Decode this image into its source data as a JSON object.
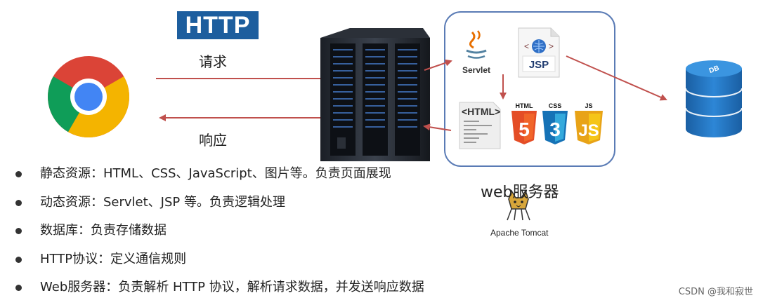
{
  "header": {
    "protocol_badge": "HTTP",
    "request_label": "请求",
    "response_label": "响应"
  },
  "server_box": {
    "title": "web服务器",
    "items": {
      "servlet": "Servlet",
      "jsp": "JSP",
      "html_doc": "<HTML>",
      "html5": "HTML",
      "css3": "CSS",
      "js": "JS"
    },
    "tomcat_caption": "Apache Tomcat"
  },
  "database": {
    "label": "DB"
  },
  "bullets": [
    "静态资源：HTML、CSS、JavaScript、图片等。负责页面展现",
    "动态资源：Servlet、JSP 等。负责逻辑处理",
    "数据库：负责存储数据",
    "HTTP协议：定义通信规则",
    "Web服务器：负责解析 HTTP 协议，解析请求数据，并发送响应数据"
  ],
  "watermark": "CSDN @我和寂世",
  "colors": {
    "arrow": "#c0504d",
    "box_border": "#5a7bb5",
    "http_badge": "#1d5e9e",
    "db_blue": "#1e6fb8"
  },
  "icons": [
    "chrome-browser-icon",
    "server-rack-icon",
    "servlet-java-icon",
    "jsp-file-icon",
    "html-document-icon",
    "html5-icon",
    "css3-icon",
    "javascript-icon",
    "tomcat-icon",
    "database-icon"
  ]
}
